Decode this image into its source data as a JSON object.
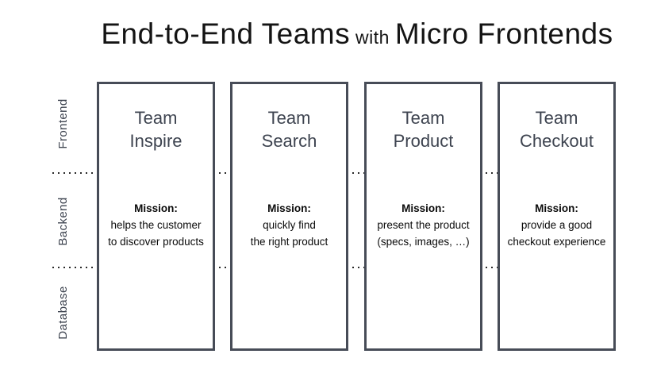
{
  "slide": {
    "title": {
      "part1": "End-to-End Teams",
      "connector": " with ",
      "part2": "Micro Frontends"
    }
  },
  "layers": [
    {
      "label": "Frontend"
    },
    {
      "label": "Backend"
    },
    {
      "label": "Database"
    }
  ],
  "teams": [
    {
      "name": "Team\nInspire",
      "mission_label": "Mission:",
      "mission": "helps the customer\nto discover products"
    },
    {
      "name": "Team\nSearch",
      "mission_label": "Mission:",
      "mission": "quickly find\nthe right product"
    },
    {
      "name": "Team\nProduct",
      "mission_label": "Mission:",
      "mission": "present the product\n(specs, images, …)"
    },
    {
      "name": "Team\nCheckout",
      "mission_label": "Mission:",
      "mission": "provide a good\ncheckout experience"
    }
  ],
  "colors": {
    "border": "#474c57",
    "team_title": "#3e4450",
    "layer_label": "#3e4450",
    "mission_text": "#0b0b0b",
    "dots": "#2a2a2a",
    "title_text": "#141414",
    "background": "#ffffff"
  }
}
